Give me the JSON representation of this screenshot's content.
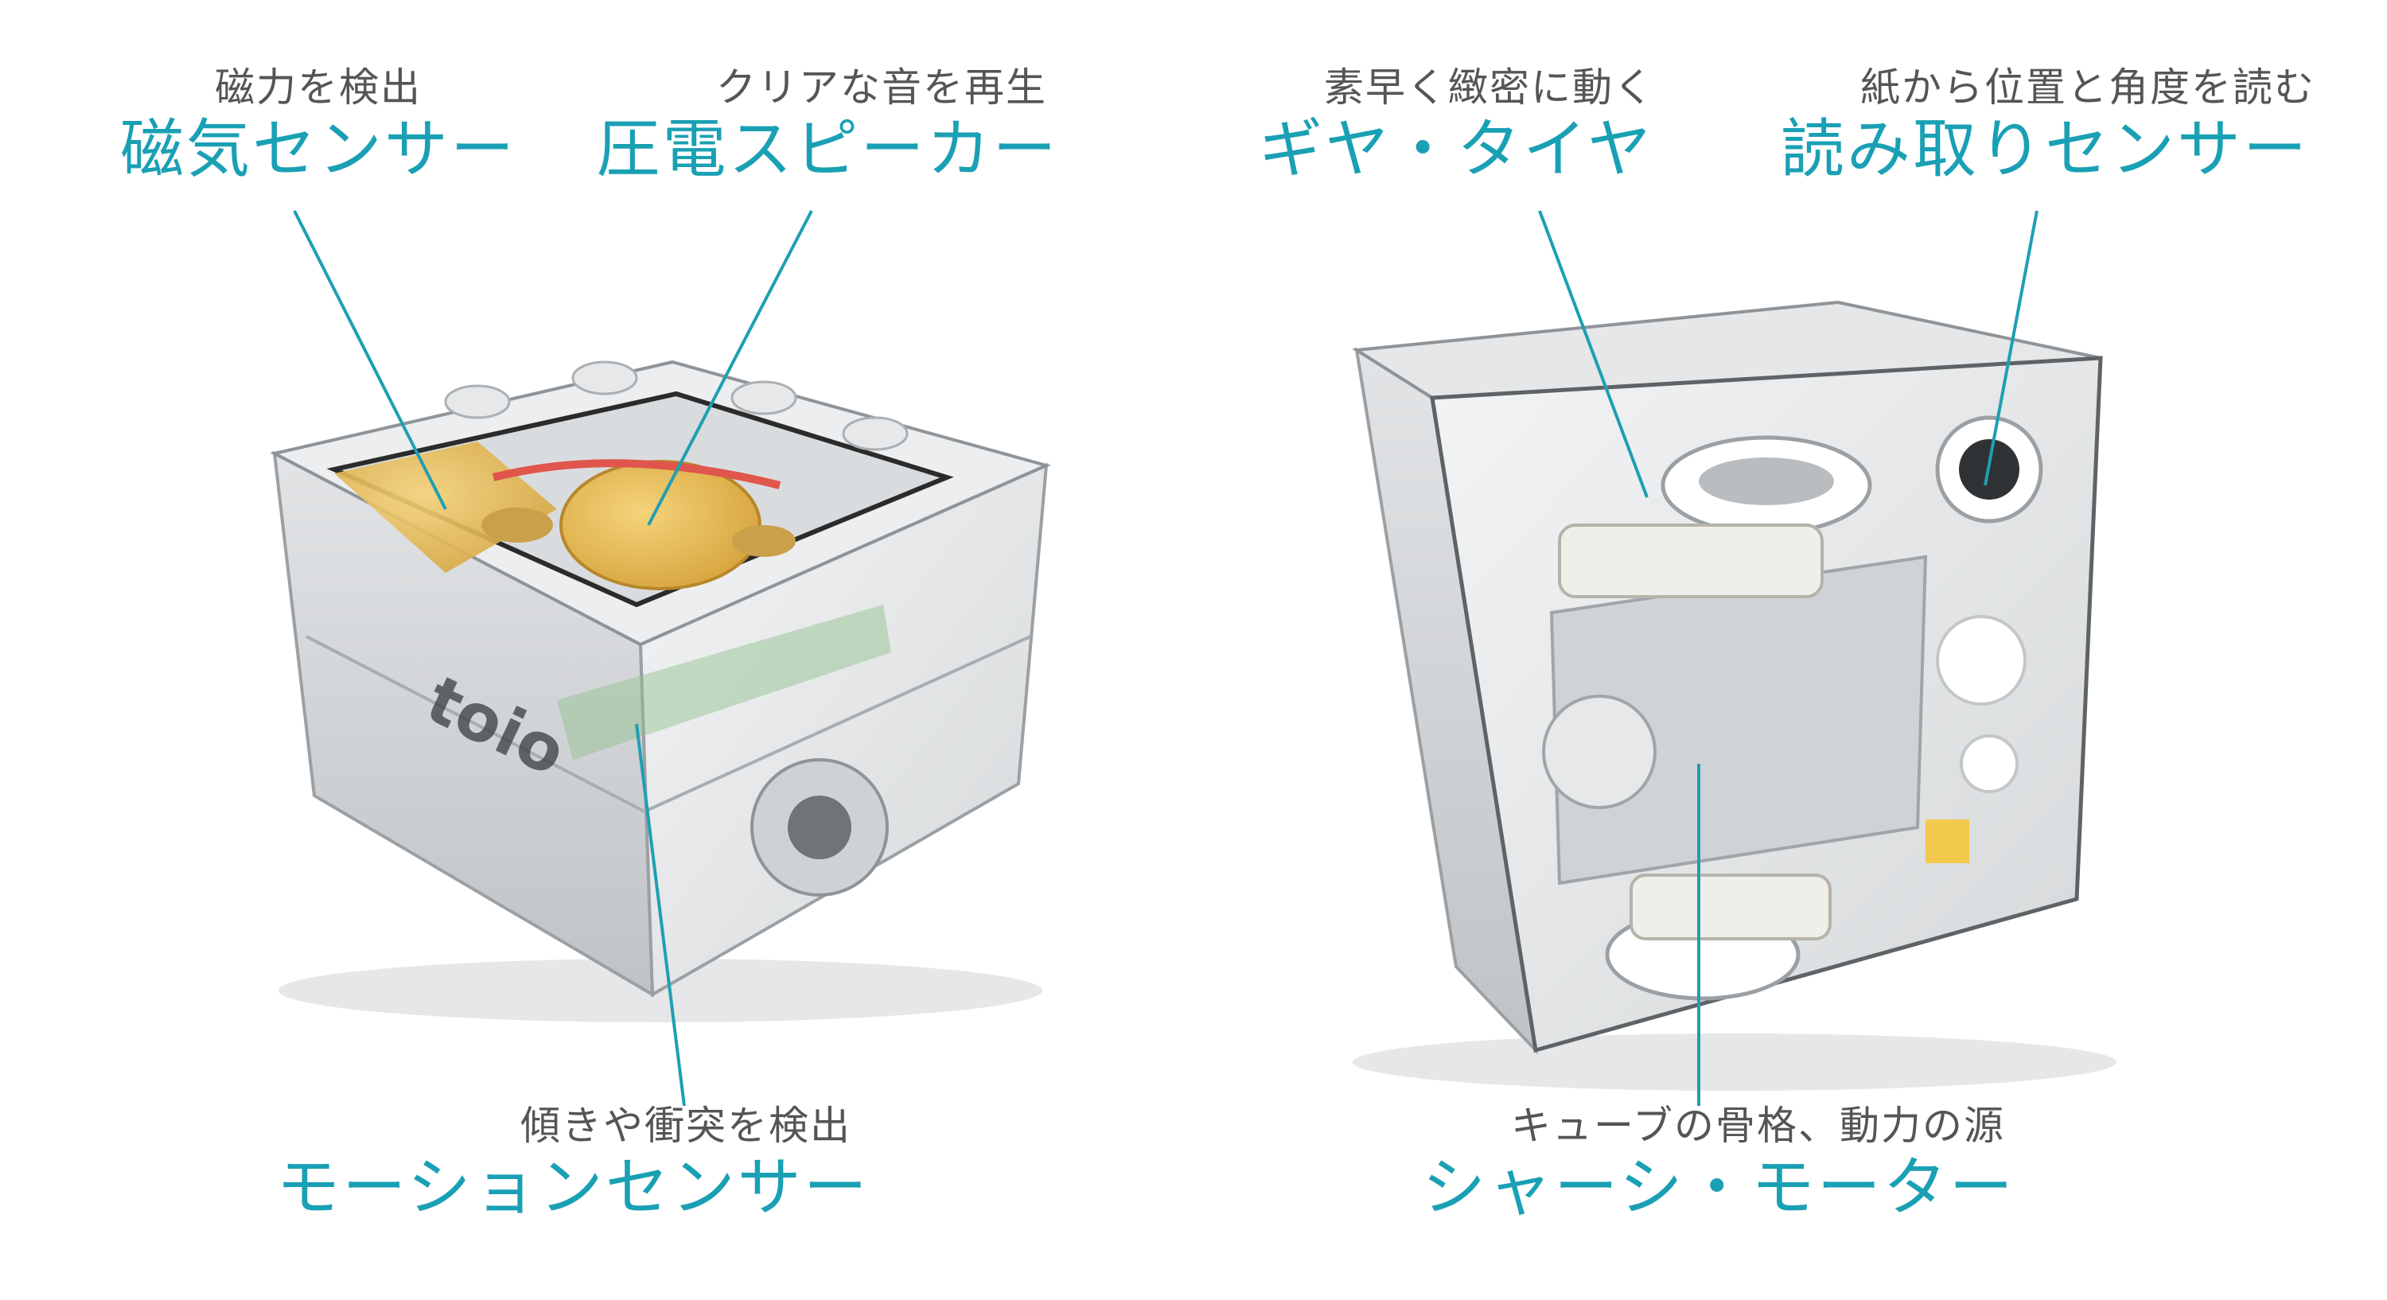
{
  "accent_color": "#1aa0b4",
  "leader_color": "#1f9fb2",
  "product_logo_text": "toio",
  "callouts": {
    "magnetic": {
      "subtitle": "磁力を検出",
      "title": "磁気センサー"
    },
    "speaker": {
      "subtitle": "クリアな音を再生",
      "title": "圧電スピーカー"
    },
    "motion": {
      "subtitle": "傾きや衝突を検出",
      "title": "モーションセンサー"
    },
    "gear": {
      "subtitle": "素早く緻密に動く",
      "title": "ギヤ・タイヤ"
    },
    "reader": {
      "subtitle": "紙から位置と角度を読む",
      "title": "読み取りセンサー"
    },
    "chassis": {
      "subtitle": "キューブの骨格、動力の源",
      "title": "シャーシ・モーター"
    }
  }
}
